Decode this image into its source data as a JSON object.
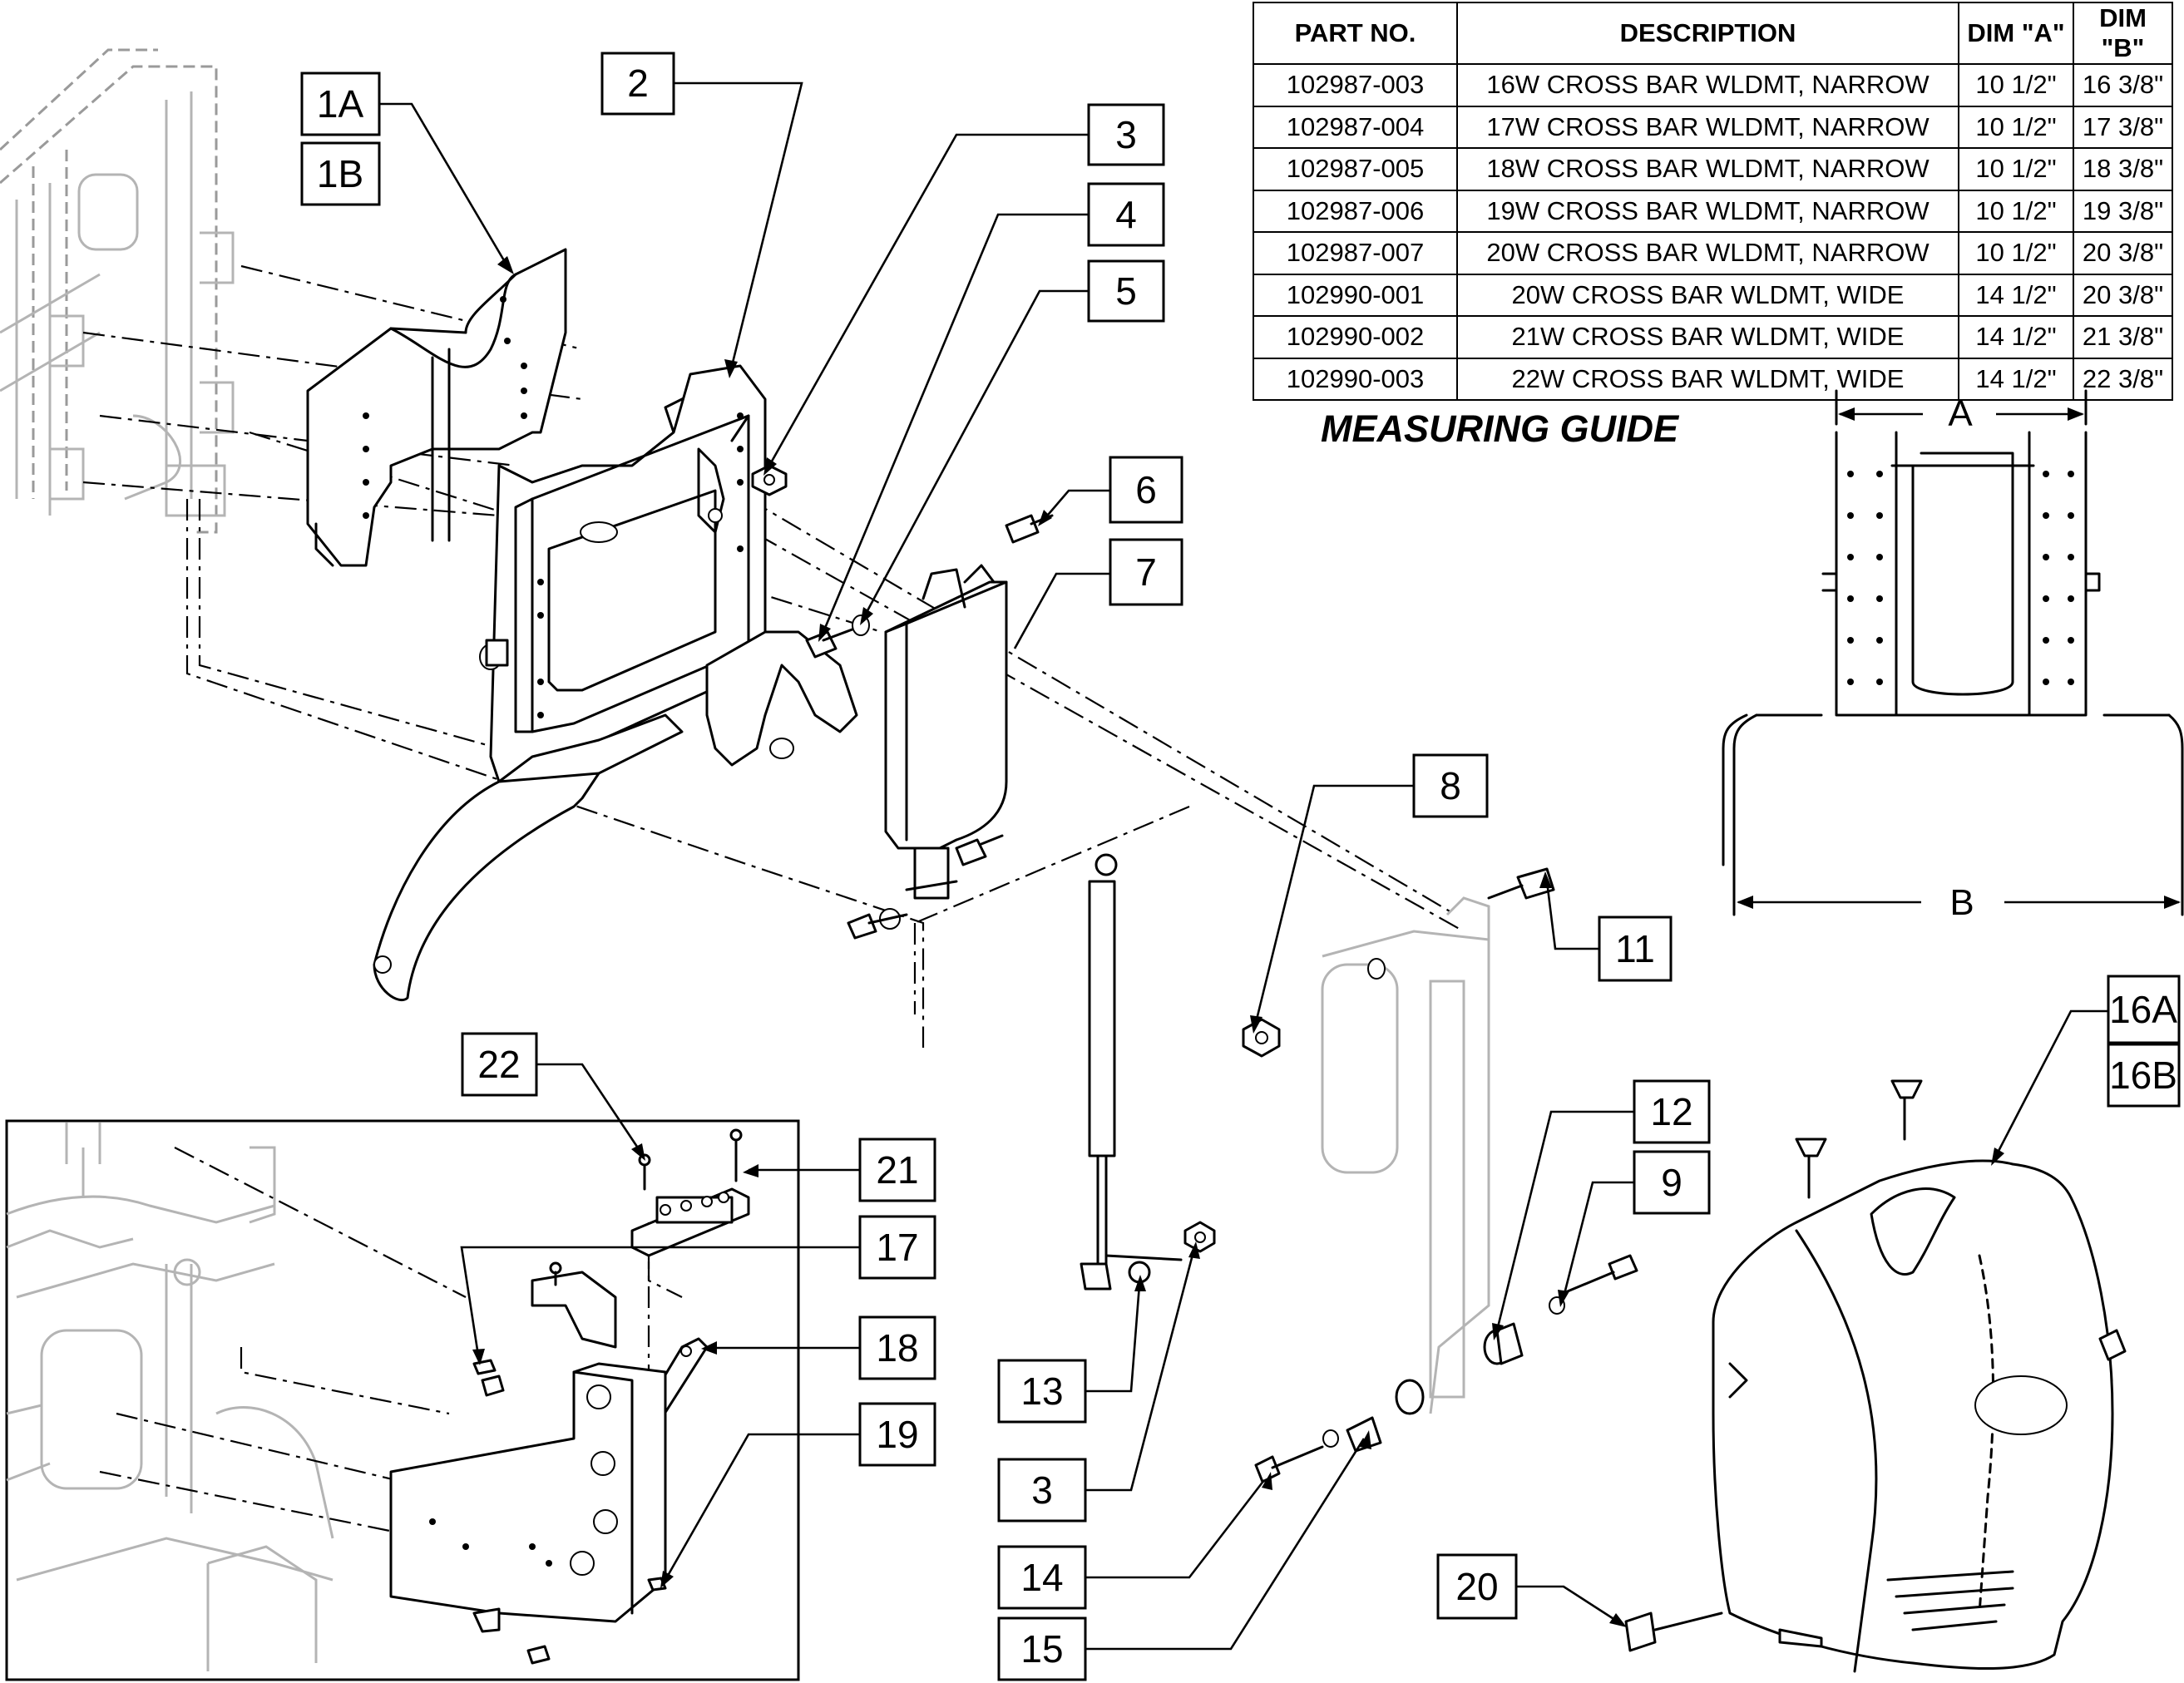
{
  "parts_table": {
    "headers": [
      "PART NO.",
      "DESCRIPTION",
      "DIM \"A\"",
      "DIM \"B\""
    ],
    "rows": [
      [
        "102987-003",
        "16W CROSS BAR WLDMT, NARROW",
        "10 1/2\"",
        "16 3/8\""
      ],
      [
        "102987-004",
        "17W CROSS BAR WLDMT, NARROW",
        "10 1/2\"",
        "17 3/8\""
      ],
      [
        "102987-005",
        "18W CROSS BAR WLDMT, NARROW",
        "10 1/2\"",
        "18 3/8\""
      ],
      [
        "102987-006",
        "19W CROSS BAR WLDMT, NARROW",
        "10 1/2\"",
        "19 3/8\""
      ],
      [
        "102987-007",
        "20W CROSS BAR WLDMT, NARROW",
        "10 1/2\"",
        "20 3/8\""
      ],
      [
        "102990-001",
        "20W CROSS BAR WLDMT, WIDE",
        "14 1/2\"",
        "20 3/8\""
      ],
      [
        "102990-002",
        "21W CROSS BAR WLDMT, WIDE",
        "14 1/2\"",
        "21 3/8\""
      ],
      [
        "102990-003",
        "22W CROSS BAR WLDMT, WIDE",
        "14 1/2\"",
        "22 3/8\""
      ]
    ]
  },
  "measuring_guide": {
    "title": "MEASURING GUIDE",
    "dim_a_label": "A",
    "dim_b_label": "B"
  },
  "callouts": {
    "c1A": "1A",
    "c1B": "1B",
    "c2": "2",
    "c3a": "3",
    "c4": "4",
    "c5": "5",
    "c6": "6",
    "c7": "7",
    "c8": "8",
    "c11": "11",
    "c22": "22",
    "c21": "21",
    "c17": "17",
    "c18": "18",
    "c19": "19",
    "c12": "12",
    "c9": "9",
    "c13": "13",
    "c3b": "3",
    "c14": "14",
    "c15": "15",
    "c16A": "16A",
    "c16B": "16B",
    "c20": "20"
  }
}
